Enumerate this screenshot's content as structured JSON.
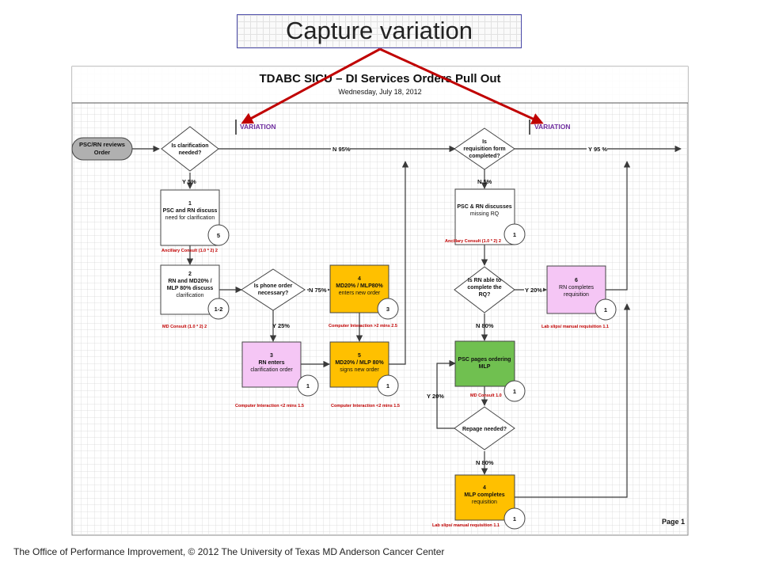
{
  "slide_title": "Capture variation",
  "chart": {
    "title": "TDABC SICU – DI Services Orders Pull Out",
    "subtitle": "Wednesday, July 18, 2012",
    "page_label": "Page 1"
  },
  "variation_labels": [
    "VARIATION",
    "VARIATION"
  ],
  "start": [
    "PSC/RN reviews",
    "Order"
  ],
  "decisions": {
    "clarification": [
      "Is clarification",
      "needed?"
    ],
    "requisition": [
      "Is",
      "requisition form",
      "completed?"
    ],
    "phone": [
      "Is phone order",
      "necessary?"
    ],
    "rn_able": [
      "Is RN able to",
      "complete the",
      "RQ?"
    ],
    "repage": [
      "Repage needed?"
    ]
  },
  "edges": {
    "n95_left": "N 95%",
    "y95_right": "Y 95 %",
    "y5": "Y 5%",
    "n5": "N 5%",
    "n75": "N 75%",
    "y25": "Y 25%",
    "y20_right": "Y 20%",
    "n80_a": "N 80%",
    "y20_loop": "Y 20%",
    "n80_b": "N 80%"
  },
  "boxes": {
    "b1": {
      "lines": [
        "1",
        "PSC and RN discuss",
        "need for clarification"
      ],
      "circle": "5"
    },
    "b2": {
      "lines": [
        "2",
        "RN and MD20% /",
        "MLP 80% discuss",
        "clarification"
      ],
      "circle": "1-2"
    },
    "b3": {
      "lines": [
        "3",
        "RN enters",
        "clarification order"
      ],
      "circle": "1"
    },
    "b4": {
      "lines": [
        "4",
        "MD20% / MLP80%",
        "enters new order"
      ],
      "circle": "3"
    },
    "b5": {
      "lines": [
        "5",
        "MD20% / MLP 80%",
        "signs new order"
      ],
      "circle": "1"
    },
    "b_psc_rn": {
      "lines": [
        "PSC & RN discusses",
        "missing RQ"
      ],
      "circle": "1"
    },
    "b6": {
      "lines": [
        "6",
        "RN completes",
        "requisition"
      ],
      "circle": "1"
    },
    "b_pages": {
      "lines": [
        "PSC pages ordering",
        "MLP"
      ],
      "circle": "1"
    },
    "b4r": {
      "lines": [
        "4",
        "MLP completes",
        "requisition"
      ],
      "circle": "1"
    }
  },
  "notes": {
    "ancillary_left": "Ancillary Consult (1.0 * 2) 2",
    "md_consult": "MD Consult (1.0 * 2) 2",
    "ci_2_5": "Computer Interaction >2 mins  2.5",
    "ci_b3": "Computer Interaction <2 mins  1.5",
    "ci_b5": "Computer Interaction <2 mins  1.5",
    "ancillary_right": "Ancillary Consult (1.0 * 2) 2",
    "lab_slips_b6": "Lab slips/ manual requisition 1.1",
    "md_consult_1": "MD Consult 1.0",
    "lab_slips_b4r": "Lab slips/ manual requisition 1.1"
  },
  "footer": "The Office of Performance Improvement, © 2012 The University of Texas MD Anderson Cancer Center",
  "colors": {
    "variation_purple": "#7030a0",
    "arrow_red": "#c00000",
    "note_red": "#c00000",
    "orange_box": "#ffc000",
    "pink_box": "#f5c6f5",
    "green_box": "#70c050",
    "start_gray": "#b0b0b0"
  }
}
